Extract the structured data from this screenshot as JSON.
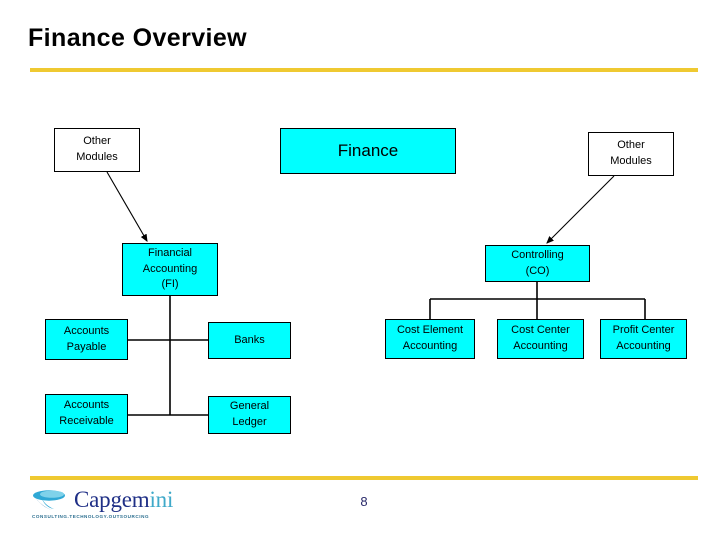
{
  "slide": {
    "title": "Finance Overview",
    "page_number": "8",
    "accent_color": "#EFC931",
    "node_fill_color": "#00FFFF",
    "node_border_color": "#000000"
  },
  "diagram": {
    "nodes": {
      "finance": {
        "label": "Finance"
      },
      "other_modules_left": {
        "line1": "Other",
        "line2": "Modules"
      },
      "other_modules_right": {
        "line1": "Other",
        "line2": "Modules"
      },
      "financial_accounting": {
        "line1": "Financial",
        "line2": "Accounting",
        "line3": "(FI)"
      },
      "controlling": {
        "line1": "Controlling",
        "line2": "(CO)"
      },
      "accounts_payable": {
        "line1": "Accounts",
        "line2": "Payable"
      },
      "banks": {
        "line1": "Banks"
      },
      "accounts_receivable": {
        "line1": "Accounts",
        "line2": "Receivable"
      },
      "general_ledger": {
        "line1": "General",
        "line2": "Ledger"
      },
      "cost_element_accounting": {
        "line1": "Cost Element",
        "line2": "Accounting"
      },
      "cost_center_accounting": {
        "line1": "Cost Center",
        "line2": "Accounting"
      },
      "profit_center_accounting": {
        "line1": "Profit Center",
        "line2": "Accounting"
      }
    }
  },
  "logo": {
    "wordmark_main": "Capgem",
    "wordmark_tail": "ini",
    "tagline": "CONSULTING.TECHNOLOGY.OUTSOURCING"
  }
}
